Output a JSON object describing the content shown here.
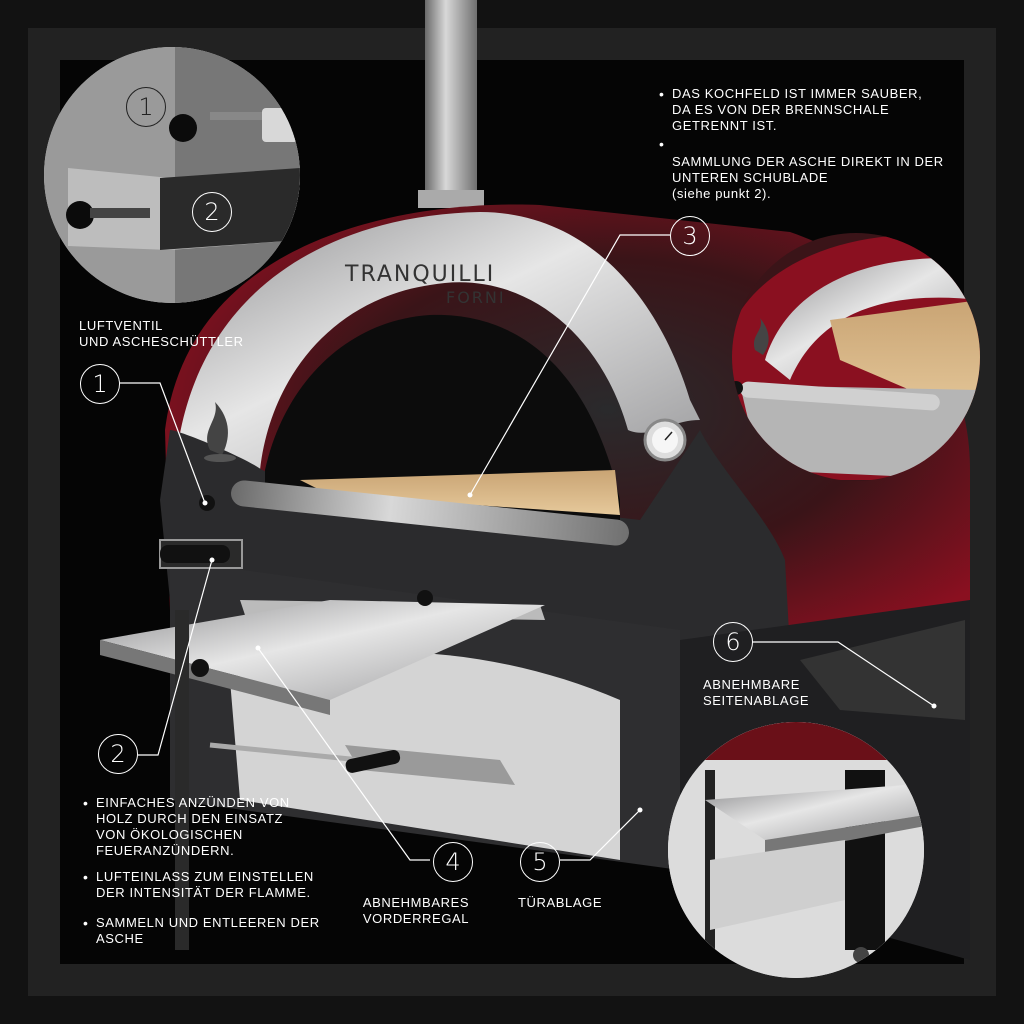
{
  "brand": {
    "name_line1": "TRANQUILLI",
    "name_line2": "FORNI"
  },
  "callouts": [
    {
      "number": "1"
    },
    {
      "number": "2"
    },
    {
      "number": "3"
    },
    {
      "number": "1"
    },
    {
      "number": "2"
    },
    {
      "number": "4"
    },
    {
      "number": "5"
    },
    {
      "number": "6"
    }
  ],
  "labels": {
    "luftventil_1": "LUFTVENTIL",
    "luftventil_2": "UND ASCHESCHÜTTLER",
    "vorderregal_1": "ABNEHMBARES",
    "vorderregal_2": "VORDERREGAL",
    "tuerablage": "TÜRABLAGE",
    "seitenablage_1": "ABNEHMBARE",
    "seitenablage_2": "SEITENABLAGE"
  },
  "top_right_notes": [
    [
      "DAS KOCHFELD IST IMMER SAUBER,",
      "DA ES VON DER  BRENNSCHALE",
      "GETRENNT IST."
    ],
    [
      "SAMMLUNG DER ASCHE DIREKT IN DER",
      "UNTEREN SCHUBLADE",
      "(siehe punkt 2)."
    ]
  ],
  "bottom_left_notes": [
    [
      "EINFACHES ANZÜNDEN VON",
      "HOLZ DURCH DEN EINSATZ",
      "VON ÖKOLOGISCHEN",
      "FEUERANZÜNDERN."
    ],
    [
      "LUFTEINLASS ZUM EINSTELLEN",
      "DER INTENSITÄT DER FLAMME."
    ],
    [
      "SAMMELN UND ENTLEEREN DER",
      "ASCHE"
    ]
  ],
  "colors": {
    "oven_red": "#8a1020",
    "steel": "#c9c9c9",
    "dark_steel": "#2b2b2d",
    "stone": "#d9b98c"
  }
}
